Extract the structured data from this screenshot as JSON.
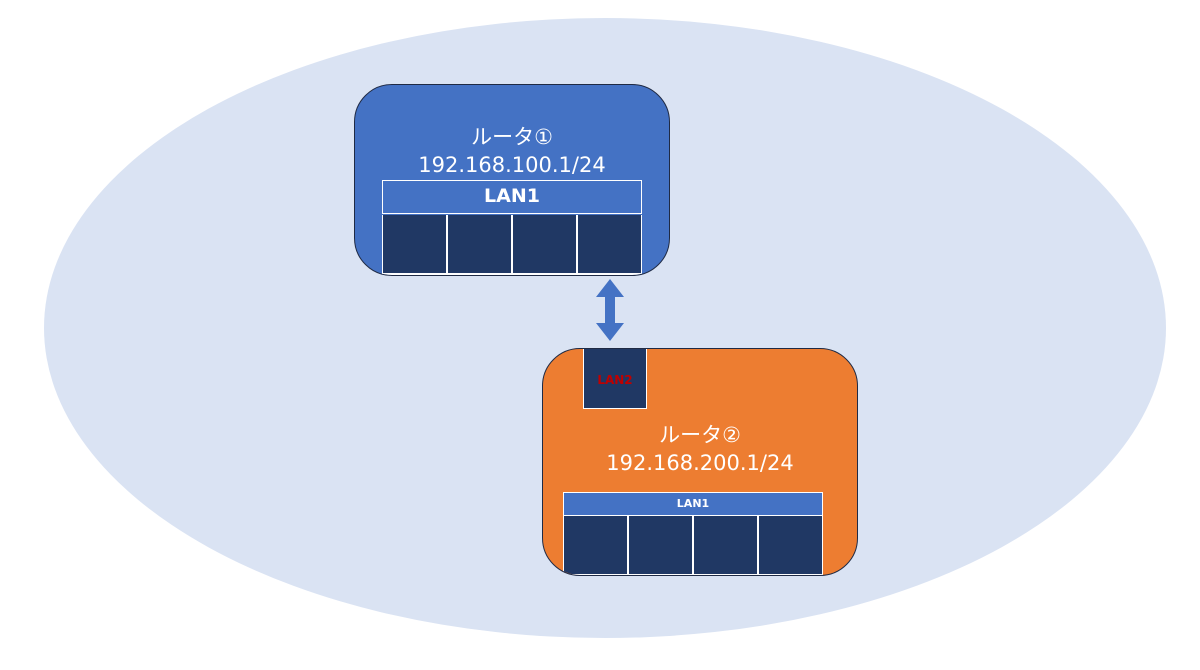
{
  "colors": {
    "background": "#ffffff",
    "network_area": "#dae3f3",
    "router1_body": "#4472c4",
    "router2_body": "#ed7d31",
    "lan_bar": "#4472c4",
    "port": "#203864",
    "arrow": "#4472c4",
    "lan2_label": "#c00000"
  },
  "router1": {
    "name": "ルータ①",
    "ip": "192.168.100.1/24",
    "lan_label": "LAN1",
    "port_count": 4
  },
  "router2": {
    "name": "ルータ②",
    "ip": "192.168.200.1/24",
    "lan_label": "LAN1",
    "port_count": 4,
    "uplink_label": "LAN2"
  },
  "link": {
    "type": "bidirectional-arrow"
  }
}
